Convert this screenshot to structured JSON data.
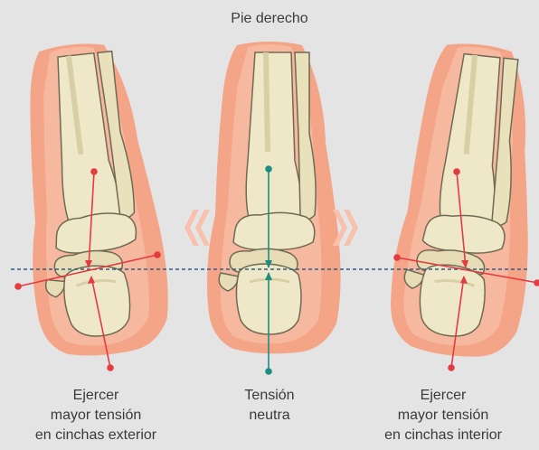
{
  "title": "Pie derecho",
  "captions": {
    "left": [
      "Ejercer",
      "mayor tensión",
      "en cinchas exterior"
    ],
    "middle": [
      "Tensión",
      "neutra"
    ],
    "right": [
      "Ejercer",
      "mayor tensión",
      "en cinchas interior"
    ]
  },
  "colors": {
    "background": "#e4e4e4",
    "skin": "#f4a487",
    "skin_inner": "#f9c7b1",
    "bone": "#efe8c8",
    "bone_outline": "#6f6a52",
    "force_arrow": "#e53a42",
    "neutral_arrow": "#1e8c80",
    "reference_line": "#2b5d8c",
    "motion_chevron": "#f7c1ad"
  },
  "icons": {
    "left_chevrons": "double-chevron-left",
    "right_chevrons": "double-chevron-right"
  }
}
